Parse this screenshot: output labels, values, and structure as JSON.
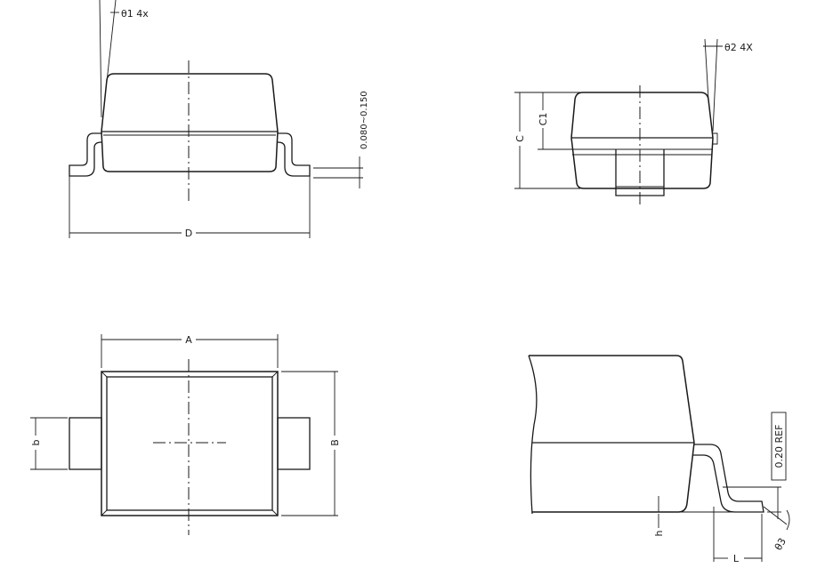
{
  "views": {
    "front": {
      "label_theta1": "θ1 4x",
      "label_D": "D",
      "label_lead_thickness": "0.080~0.150"
    },
    "side": {
      "label_theta2": "θ2 4X",
      "label_C": "C",
      "label_C1": "C1"
    },
    "top": {
      "label_A": "A",
      "label_B": "B",
      "label_b": "b"
    },
    "detail": {
      "label_ref": "0.20 REF",
      "label_h": "h",
      "label_L": "L",
      "label_theta3": "θ3"
    }
  }
}
